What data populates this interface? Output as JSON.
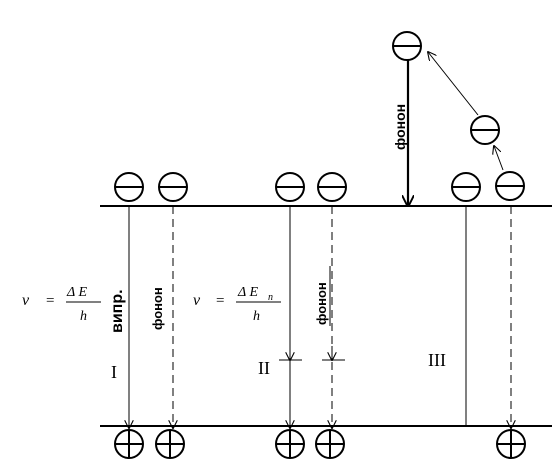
{
  "labels": {
    "region_1": "I",
    "region_2": "II",
    "region_3": "III",
    "phonon_top": "фонон",
    "phonon_1": "фонон",
    "phonon_2": "фонон",
    "emission": "випр."
  },
  "formula_1": {
    "lhs": "ν",
    "eq": "=",
    "num": "Δ E",
    "den": "h"
  },
  "formula_2": {
    "lhs": "ν",
    "eq": "=",
    "num": "Δ E",
    "num_sub": "n",
    "den": "h"
  }
}
